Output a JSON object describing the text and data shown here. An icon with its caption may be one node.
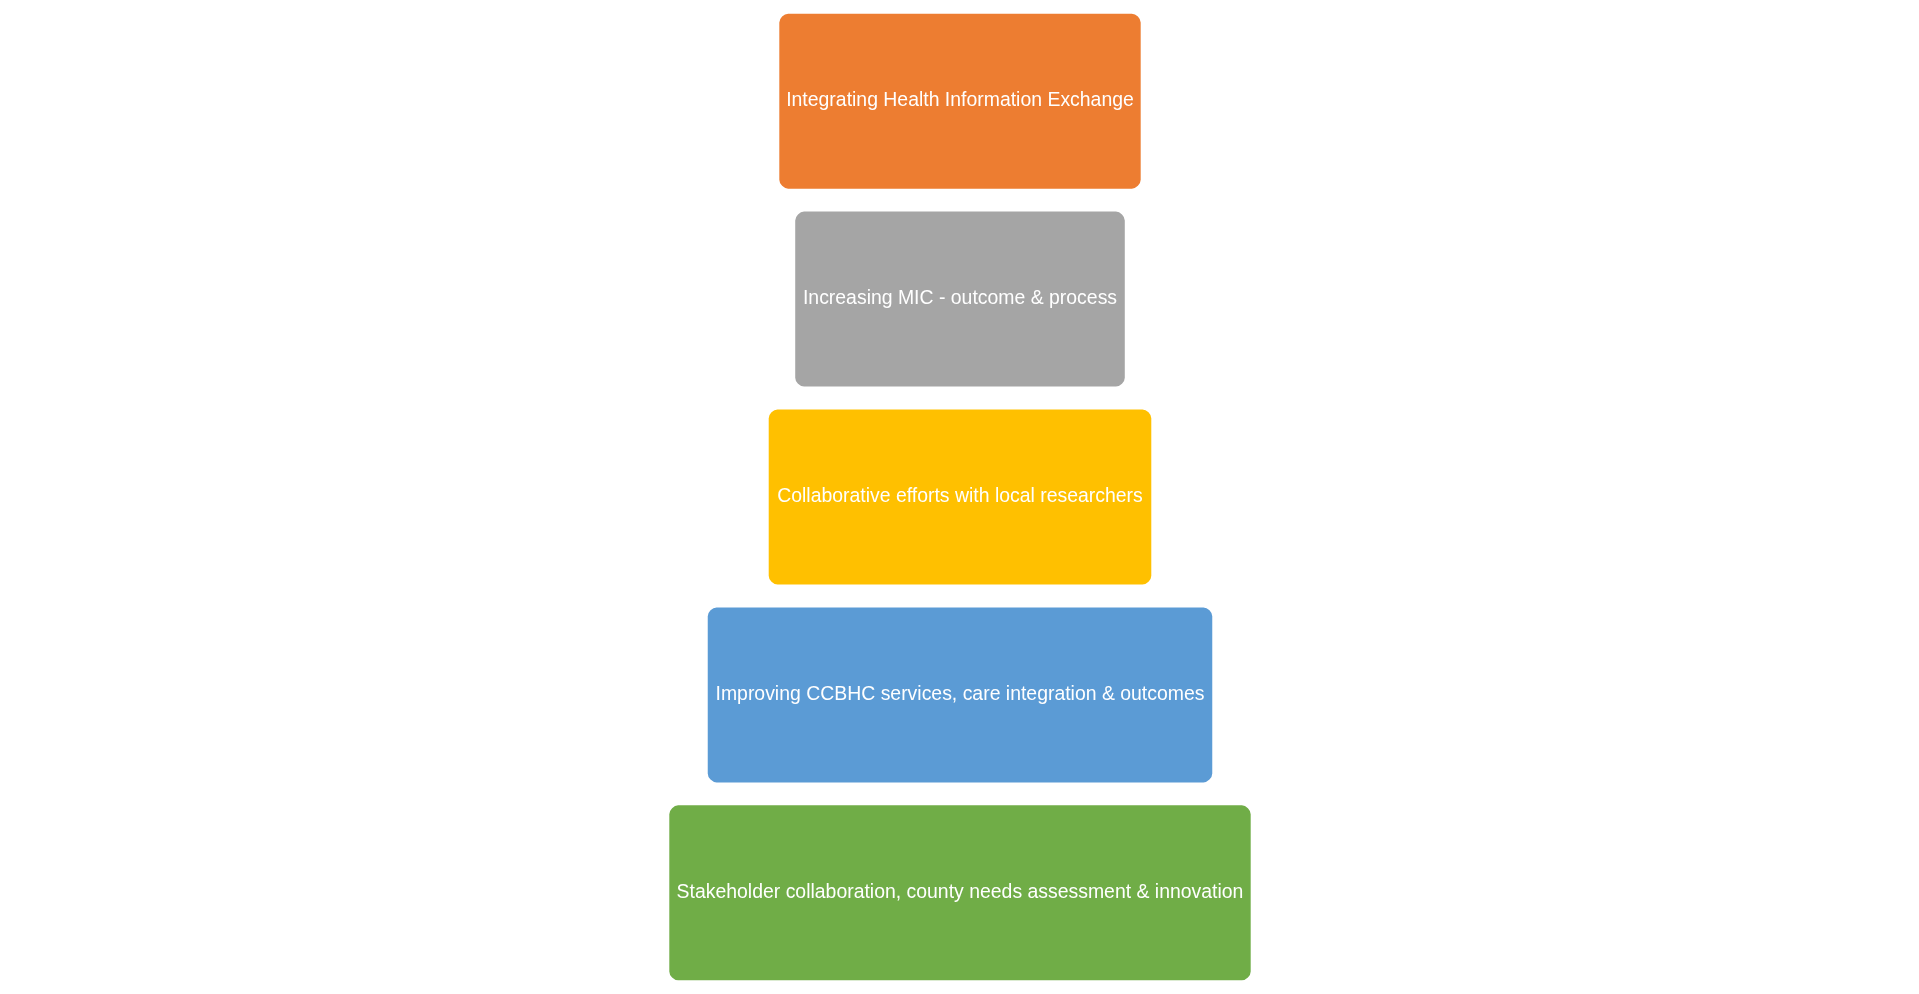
{
  "diagram": {
    "nodes": [
      {
        "text": [
          "Integrating Health Information Exchange"
        ]
      },
      {
        "text": [
          "Increasing MIC - outcome & process"
        ]
      },
      {
        "text": [
          "Collaborative efforts with local researchers"
        ]
      },
      {
        "text": [
          "Improving CCBHC services, care integration & outcomes"
        ]
      },
      {
        "text": [
          "Stakeholder collaboration, county needs assessment & innovation"
        ]
      }
    ]
  }
}
